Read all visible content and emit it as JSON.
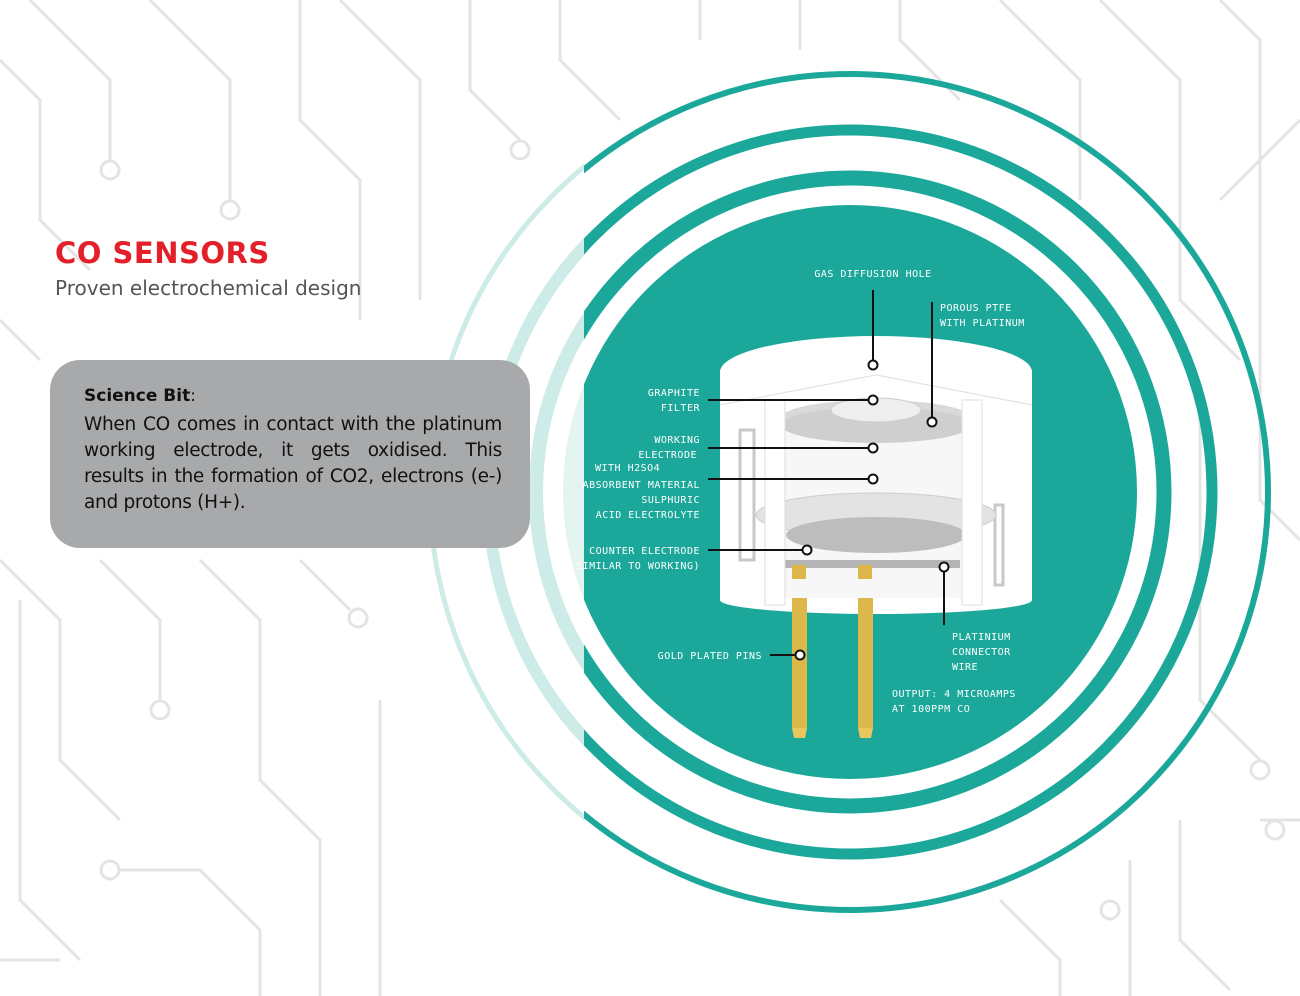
{
  "header": {
    "title": "CO SENSORS",
    "subtitle": "Proven electrochemical design"
  },
  "science_box": {
    "heading": "Science Bit",
    "heading_suffix": ":",
    "body": "When CO comes in contact with the platinum working electrode, it gets oxidised. This results in the formation of CO2, electrons (e-) and protons (H+)."
  },
  "diagram": {
    "labels": {
      "gas_hole": "GAS DIFFUSION HOLE",
      "ptfe_1": "POROUS PTFE",
      "ptfe_2": "WITH PLATINUM",
      "graphite_1": "GRAPHITE",
      "graphite_2": "FILTER",
      "working_1": "WORKING",
      "working_2": "ELECTRODE",
      "h2so4": "WITH H2SO4",
      "absorbent": "ABSORBENT MATERIAL",
      "sulphuric": "SULPHURIC",
      "electrolyte": "ACID ELECTROLYTE",
      "counter_1": "COUNTER ELECTRODE",
      "counter_2": "(SIMILAR TO WORKING)",
      "pins": "GOLD PLATED PINS",
      "wire_1": "PLATINIUM",
      "wire_2": "CONNECTOR",
      "wire_3": "WIRE",
      "output_1": "OUTPUT: 4 MICROAMPS",
      "output_2": "AT 100PPM CO"
    }
  },
  "colors": {
    "accent_red": "#e3202a",
    "teal": "#1ba89a",
    "light_teal": "#cdebe7",
    "box_grey": "#a7a9ab",
    "gold": "#dcb84a"
  }
}
